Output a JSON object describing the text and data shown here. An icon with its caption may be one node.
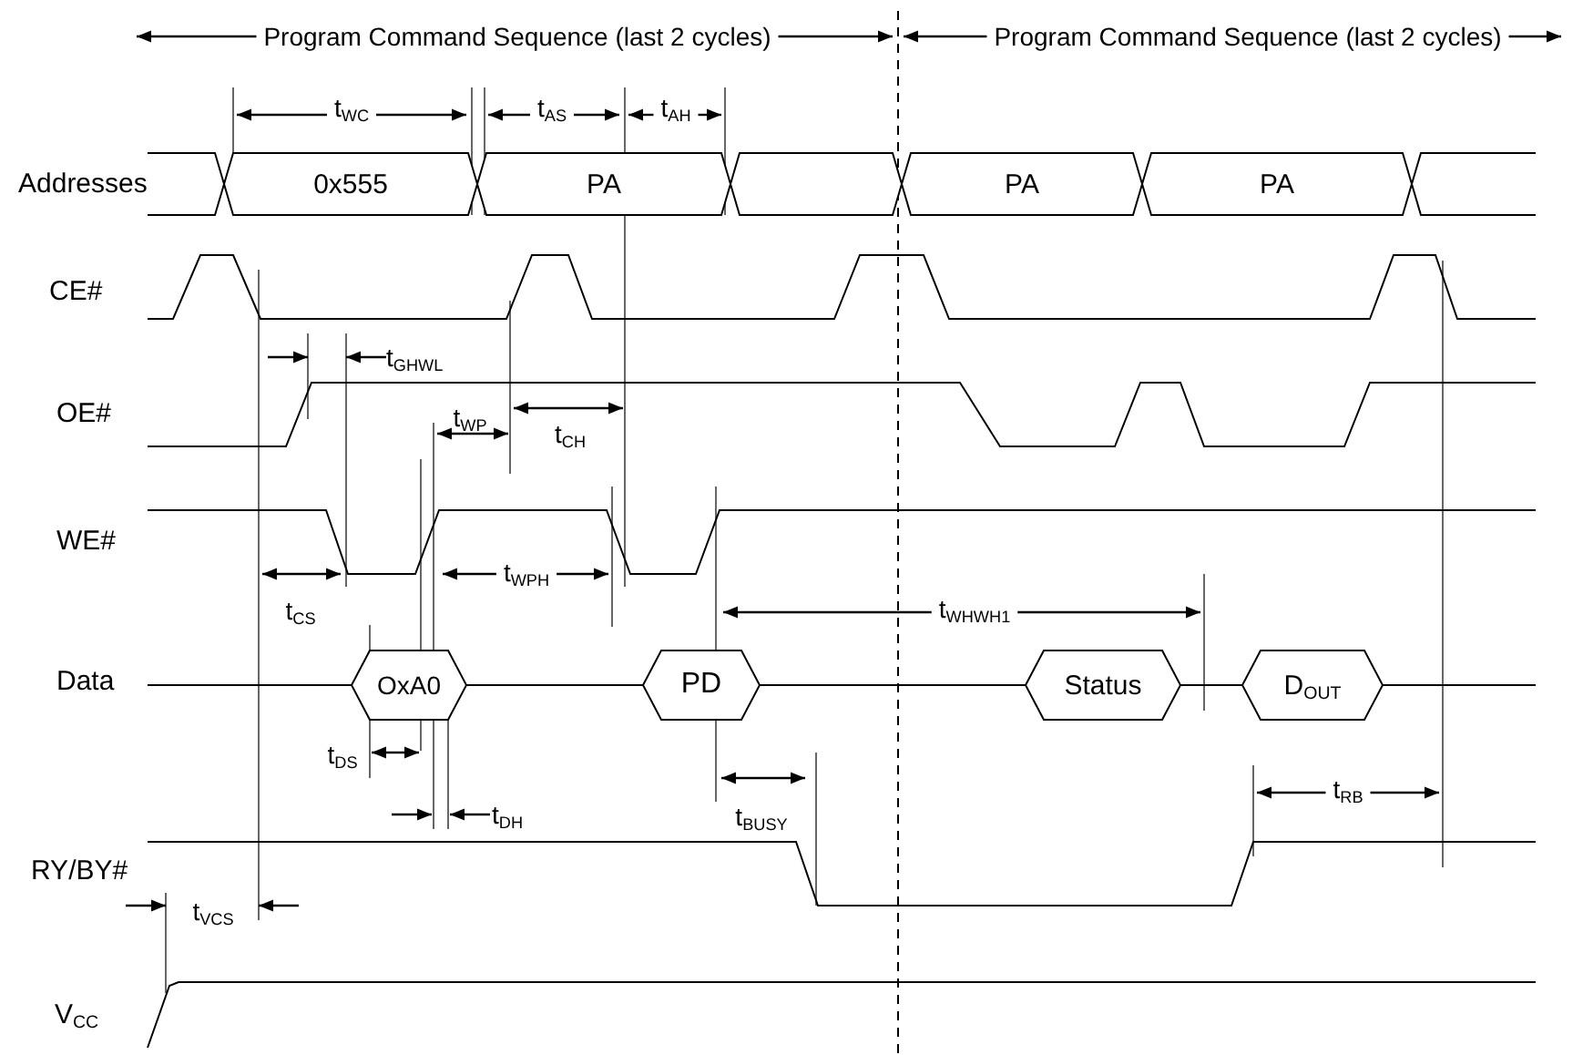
{
  "diagram": {
    "nodes": [
      {
        "text": [
          "0x555"
        ]
      },
      {
        "text": [
          "PA"
        ]
      },
      {
        "text": [],
        "shape": "hexagon"
      },
      {
        "text": [
          "PA"
        ]
      },
      {
        "text": [
          "PA"
        ]
      },
      {
        "text": [
          "OxA0"
        ]
      },
      {
        "text": [
          "PD"
        ]
      },
      {
        "text": [
          "Status"
        ]
      },
      {
        "text": [
          "D$_{OUT}$"
        ]
      }
    ],
    "labels": [
      "Program Command Sequence (last 2 cycles)",
      "Program Command Sequence (last 2 cycles)",
      "t$_{WC}$",
      "t$_{AS}$",
      "t$_{AH}$",
      "Addresses",
      "CE#",
      "t$_{GHWL}$",
      "OE#",
      "t$_{WP}$",
      "t$_{CH}$",
      "WE#",
      "t$_{CS}$",
      "t$_{WPH}$",
      "t$_{WHWH1}$",
      "Data",
      "t$_{DS}$",
      "t$_{BUSY}$",
      "t$_{RB}$",
      "t$_{DH}$",
      "RY/BY#",
      "t$_{VCS}$",
      "V$_{CC}$"
    ]
  }
}
